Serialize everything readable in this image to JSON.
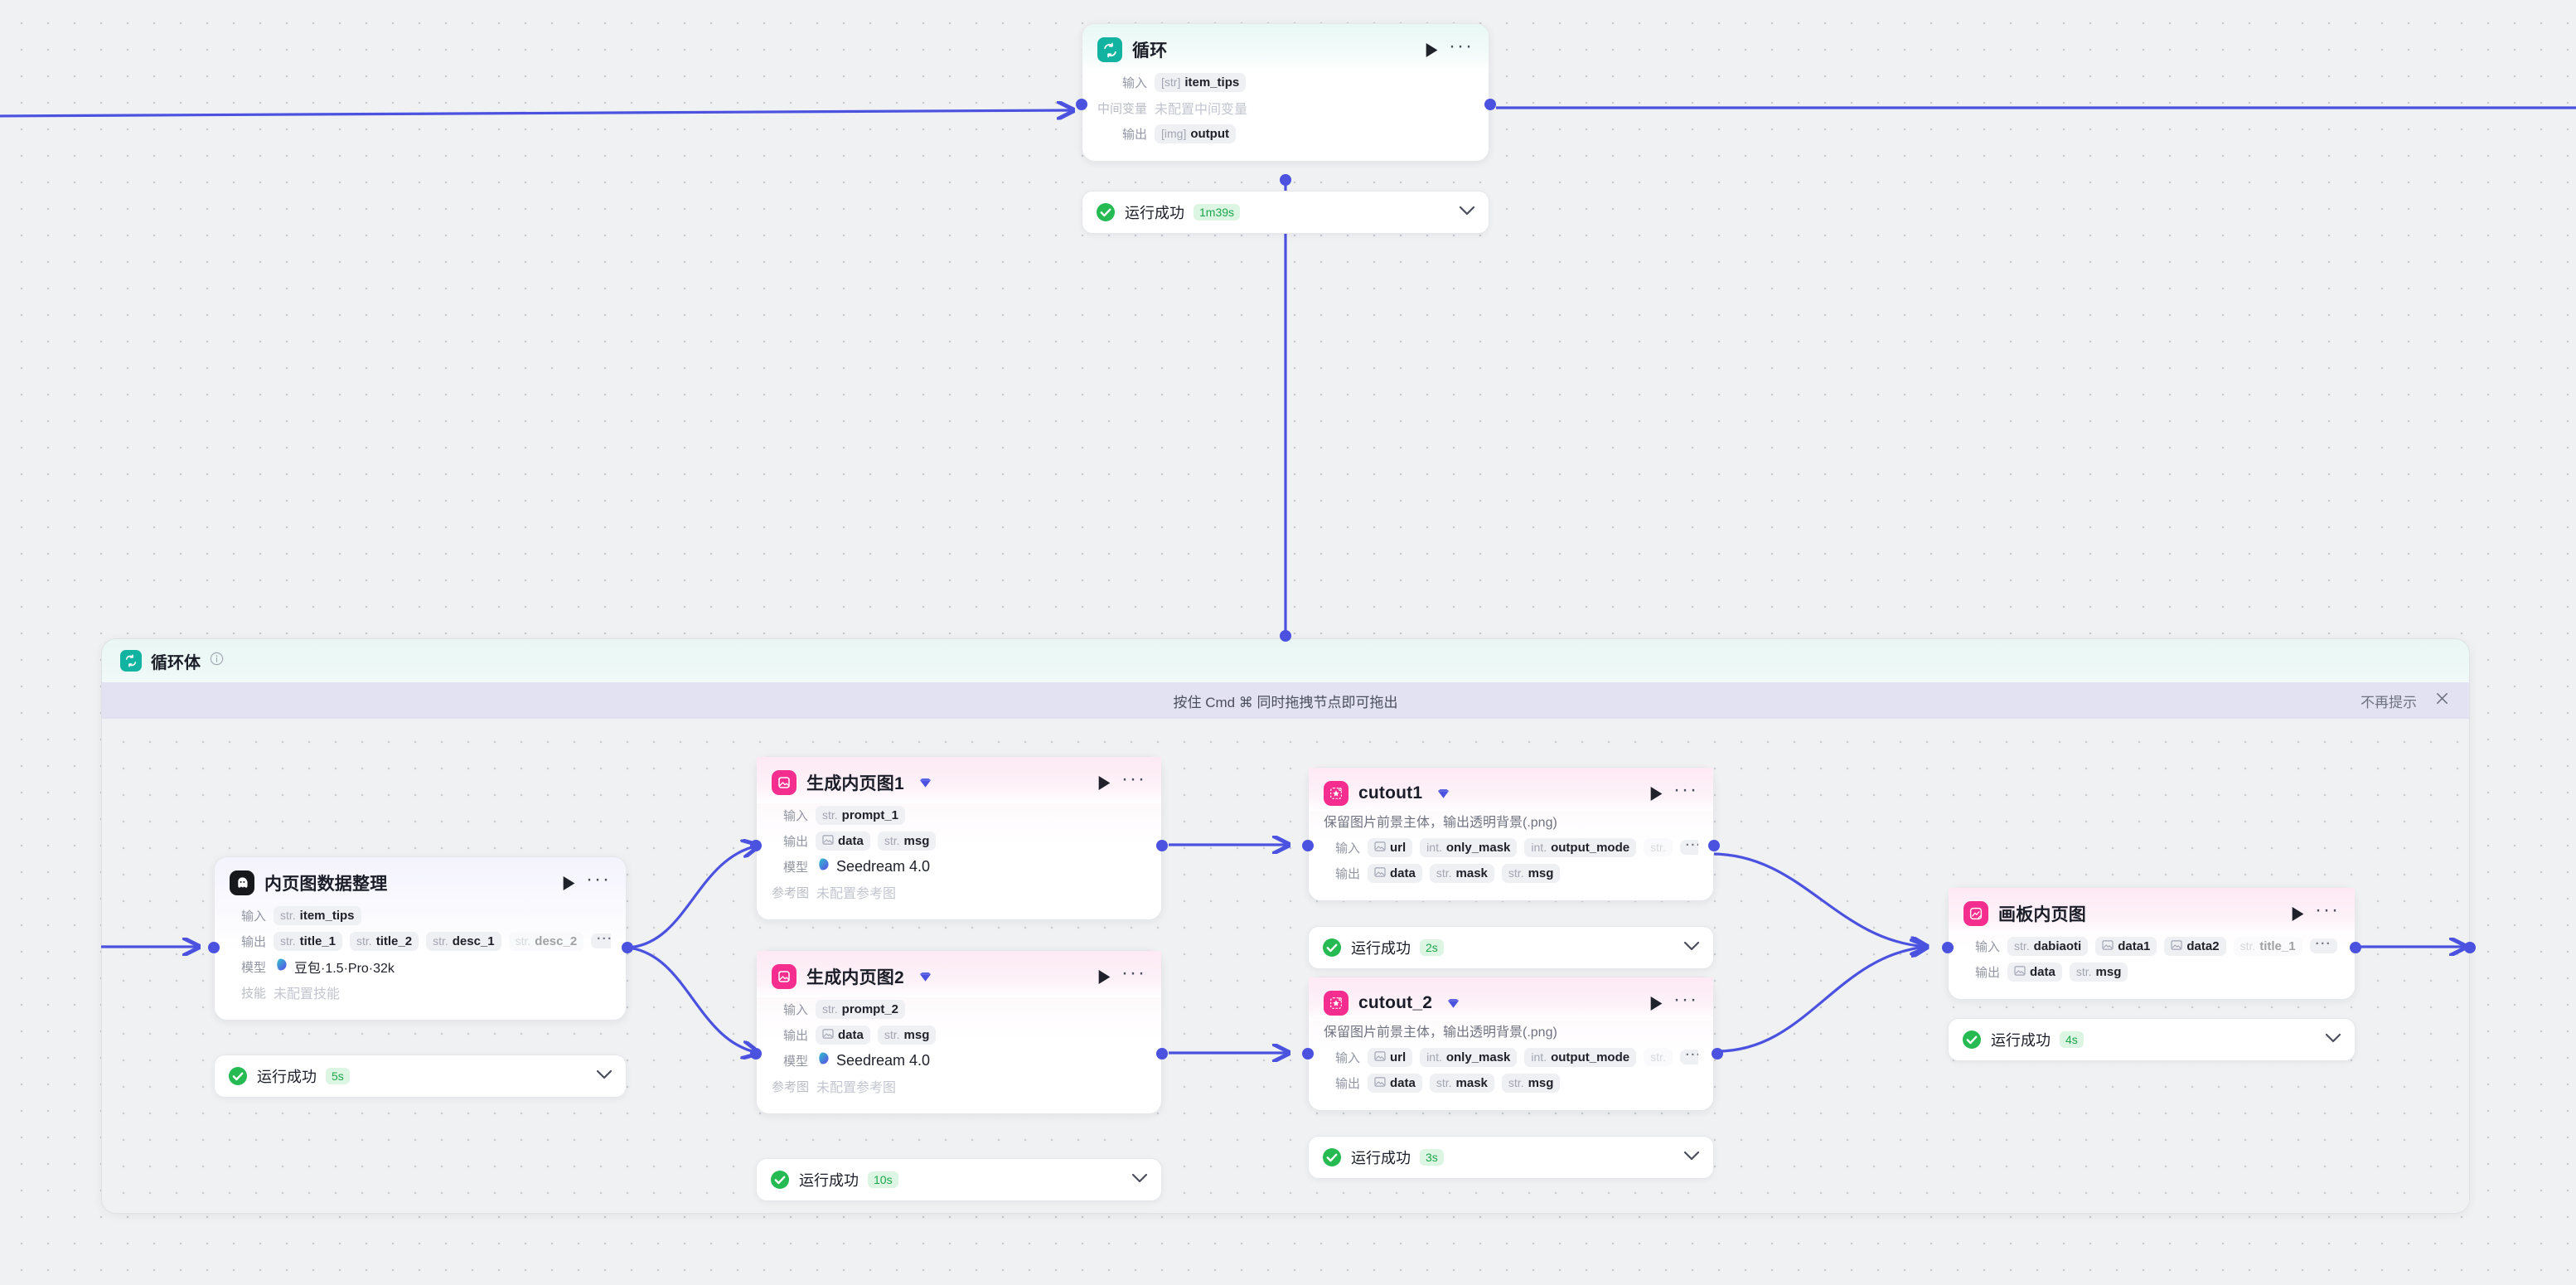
{
  "canvas": {
    "accent": "#4a52df",
    "success_color": "#1aa64b",
    "grid": "dotted"
  },
  "loop_node": {
    "title": "循环",
    "icon": "loop-icon",
    "rows": [
      {
        "label": "输入",
        "chips": [
          {
            "type": "[str]",
            "name": "item_tips"
          }
        ]
      },
      {
        "label": "中间变量",
        "placeholder": "未配置中间变量"
      },
      {
        "label": "输出",
        "chips": [
          {
            "type": "[img]",
            "name": "output"
          }
        ]
      }
    ],
    "status": {
      "text": "运行成功",
      "duration": "1m39s"
    }
  },
  "loop_body": {
    "title": "循环体",
    "icon": "loop-icon",
    "info_icon": "info-icon",
    "tip": {
      "text": "按住 Cmd ⌘ 同时拖拽节点即可拖出",
      "dismiss_label": "不再提示",
      "close_icon": "close-icon"
    }
  },
  "nodes": {
    "data_prep": {
      "title": "内页图数据整理",
      "icon": "agent-icon",
      "rows": [
        {
          "label": "输入",
          "chips": [
            {
              "type": "str.",
              "name": "item_tips"
            }
          ]
        },
        {
          "label": "输出",
          "chips": [
            {
              "type": "str.",
              "name": "title_1"
            },
            {
              "type": "str.",
              "name": "title_2"
            },
            {
              "type": "str.",
              "name": "desc_1"
            },
            {
              "type": "str.",
              "name": "desc_2",
              "ghost": true
            }
          ],
          "more": "···"
        },
        {
          "label": "模型",
          "model": "豆包·1.5·Pro·32k"
        },
        {
          "label": "技能",
          "placeholder": "未配置技能"
        }
      ],
      "status": {
        "text": "运行成功",
        "duration": "5s"
      }
    },
    "gen_1": {
      "title": "生成内页图1",
      "icon": "image-gen-icon",
      "badge": "gem-icon",
      "rows": [
        {
          "label": "输入",
          "chips": [
            {
              "type": "str.",
              "name": "prompt_1"
            }
          ]
        },
        {
          "label": "输出",
          "chips": [
            {
              "type": "img",
              "name": "data"
            },
            {
              "type": "str.",
              "name": "msg"
            }
          ]
        },
        {
          "label": "模型",
          "model": "Seedream 4.0"
        },
        {
          "label": "参考图",
          "placeholder": "未配置参考图"
        }
      ]
    },
    "gen_2": {
      "title": "生成内页图2",
      "icon": "image-gen-icon",
      "badge": "gem-icon",
      "rows": [
        {
          "label": "输入",
          "chips": [
            {
              "type": "str.",
              "name": "prompt_2"
            }
          ]
        },
        {
          "label": "输出",
          "chips": [
            {
              "type": "img",
              "name": "data"
            },
            {
              "type": "str.",
              "name": "msg"
            }
          ]
        },
        {
          "label": "模型",
          "model": "Seedream 4.0"
        },
        {
          "label": "参考图",
          "placeholder": "未配置参考图"
        }
      ],
      "status": {
        "text": "运行成功",
        "duration": "10s"
      }
    },
    "cutout_1": {
      "title": "cutout1",
      "icon": "cutout-icon",
      "badge": "gem-icon",
      "subtitle": "保留图片前景主体，输出透明背景(.png)",
      "rows": [
        {
          "label": "输入",
          "chips": [
            {
              "type": "img",
              "name": "url"
            },
            {
              "type": "int.",
              "name": "only_mask"
            },
            {
              "type": "int.",
              "name": "output_mode"
            },
            {
              "type": "str.",
              "name": "",
              "ghost": true
            }
          ],
          "more": "···"
        },
        {
          "label": "输出",
          "chips": [
            {
              "type": "img",
              "name": "data"
            },
            {
              "type": "str.",
              "name": "mask"
            },
            {
              "type": "str.",
              "name": "msg"
            }
          ]
        }
      ],
      "status": {
        "text": "运行成功",
        "duration": "2s"
      }
    },
    "cutout_2": {
      "title": "cutout_2",
      "icon": "cutout-icon",
      "badge": "gem-icon",
      "subtitle": "保留图片前景主体，输出透明背景(.png)",
      "rows": [
        {
          "label": "输入",
          "chips": [
            {
              "type": "img",
              "name": "url"
            },
            {
              "type": "int.",
              "name": "only_mask"
            },
            {
              "type": "int.",
              "name": "output_mode"
            },
            {
              "type": "str.",
              "name": "",
              "ghost": true
            }
          ],
          "more": "···"
        },
        {
          "label": "输出",
          "chips": [
            {
              "type": "img",
              "name": "data"
            },
            {
              "type": "str.",
              "name": "mask"
            },
            {
              "type": "str.",
              "name": "msg"
            }
          ]
        }
      ],
      "status": {
        "text": "运行成功",
        "duration": "3s"
      }
    },
    "canvas_page": {
      "title": "画板内页图",
      "icon": "canvas-icon",
      "rows": [
        {
          "label": "输入",
          "chips": [
            {
              "type": "str.",
              "name": "dabiaoti"
            },
            {
              "type": "img",
              "name": "data1"
            },
            {
              "type": "img",
              "name": "data2"
            },
            {
              "type": "str.",
              "name": "title_1",
              "ghost": true
            }
          ],
          "more": "···"
        },
        {
          "label": "输出",
          "chips": [
            {
              "type": "img",
              "name": "data"
            },
            {
              "type": "str.",
              "name": "msg"
            }
          ]
        }
      ],
      "status": {
        "text": "运行成功",
        "duration": "4s"
      }
    }
  }
}
